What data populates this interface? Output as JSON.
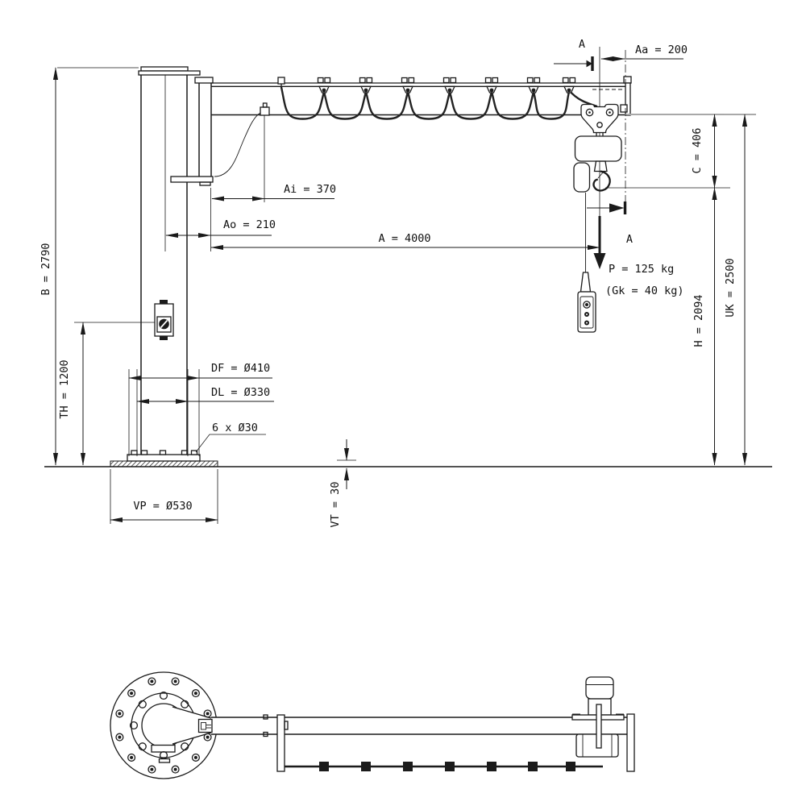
{
  "drawing": {
    "kind": "jib-crane technical drawing",
    "views": [
      "side elevation",
      "plan view"
    ],
    "colors": {
      "line": "#1a1a1a",
      "background": "#ffffff",
      "reference_gray": "#a8a8a8"
    }
  },
  "dimensions": {
    "b": "B = 2790",
    "th": "TH = 1200",
    "ai": "Ai = 370",
    "ao": "Ao = 210",
    "a": "A = 4000",
    "aa": "Aa = 200",
    "c": "C = 406",
    "h": "H = 2094",
    "uk": "UK = 2500",
    "df": "DF = Ø410",
    "dl": "DL = Ø330",
    "bolt_circle": "6 x Ø30",
    "vp": "VP = Ø530",
    "vt": "VT = 30"
  },
  "annotations": {
    "load": "P = 125 kg",
    "hoist_weight": "(Gk = 40 kg)",
    "section_marker": "A"
  }
}
